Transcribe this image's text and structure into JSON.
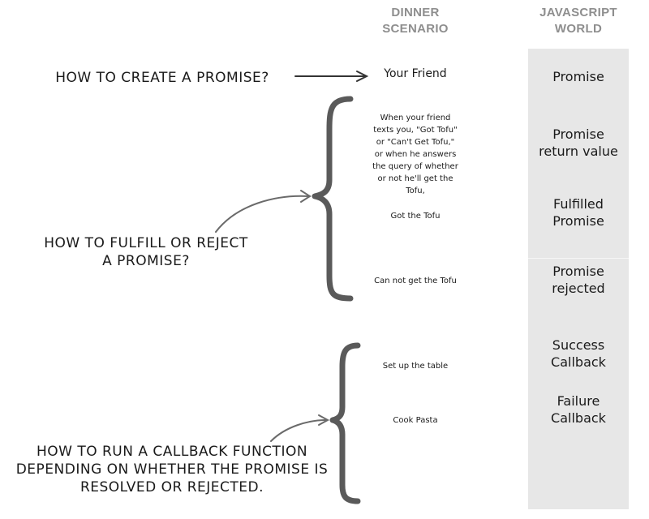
{
  "headers": {
    "dinner": "DINNER\nSCENARIO",
    "javascript": "JAVASCRIPT\nWORLD"
  },
  "questions": {
    "create": "HOW TO  CREATE A PROMISE?",
    "fulfill": "HOW TO  FULFILL OR REJECT\nA PROMISE?",
    "callback": "HOW TO RUN A CALLBACK FUNCTION\nDEPENDING ON WHETHER THE PROMISE IS\nRESOLVED OR REJECTED."
  },
  "dinner_scenario": {
    "friend": "Your Friend",
    "texts": "When your friend\ntexts you, \"Got Tofu\"\nor \"Can't Get Tofu,\"\nor when he answers\nthe query of whether\nor not he'll get the\nTofu,",
    "got": "Got the Tofu",
    "cannot": "Can not get the Tofu",
    "table": "Set up the table",
    "pasta": "Cook Pasta"
  },
  "javascript_world": {
    "promise": "Promise",
    "return_value": "Promise\nreturn value",
    "fulfilled": "Fulfilled\nPromise",
    "rejected": "Promise\nrejected",
    "success": "Success\nCallback",
    "failure": "Failure\nCallback"
  }
}
